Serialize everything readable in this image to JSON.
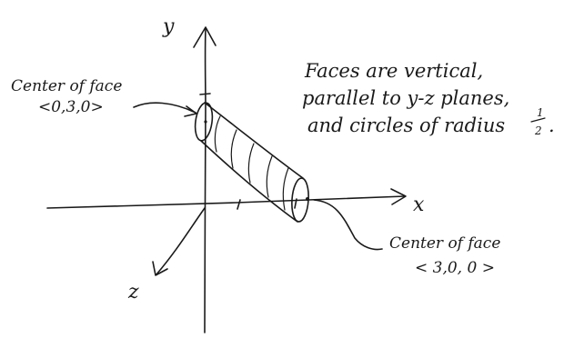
{
  "axes": {
    "x_label": "x",
    "y_label": "y",
    "z_label": "z"
  },
  "labels": {
    "left_center": {
      "line1": "Center of face",
      "line2": "<0,3,0>"
    },
    "right_center": {
      "line1": "Center of face",
      "line2": "< 3,0, 0 >"
    },
    "description": {
      "line1": "Faces are vertical,",
      "line2": "parallel to y-z planes,",
      "line3": "and circles of radius",
      "radius_numerator": "1",
      "radius_denominator": "2",
      "end_period": "."
    }
  },
  "colors": {
    "ink": "#1a1a1a",
    "background": "#ffffff"
  }
}
